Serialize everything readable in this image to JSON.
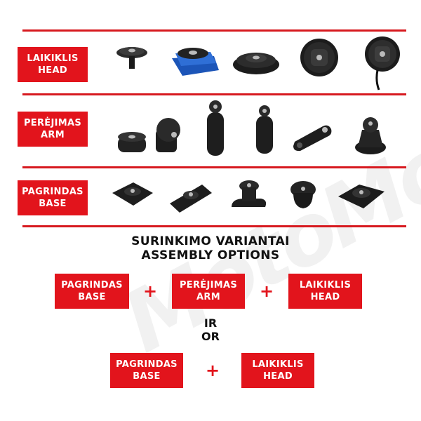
{
  "rows": {
    "head": {
      "lt": "LAIKIKLIS",
      "en": "HEAD"
    },
    "arm": {
      "lt": "PERĖJIMAS",
      "en": "ARM"
    },
    "base": {
      "lt": "PAGRINDAS",
      "en": "BASE"
    }
  },
  "assembly": {
    "title_lt": "SURINKIMO VARIANTAI",
    "title_en": "ASSEMBLY OPTIONS",
    "option1": [
      {
        "lt": "PAGRINDAS",
        "en": "BASE"
      },
      {
        "lt": "PERĖJIMAS",
        "en": "ARM"
      },
      {
        "lt": "LAIKIKLIS",
        "en": "HEAD"
      }
    ],
    "or_lt": "IR",
    "or_en": "OR",
    "option2": [
      {
        "lt": "PAGRINDAS",
        "en": "BASE"
      },
      {
        "lt": "LAIKIKLIS",
        "en": "HEAD"
      }
    ],
    "plus": "+"
  },
  "colors": {
    "accent": "#e2141c",
    "text": "#111111"
  }
}
